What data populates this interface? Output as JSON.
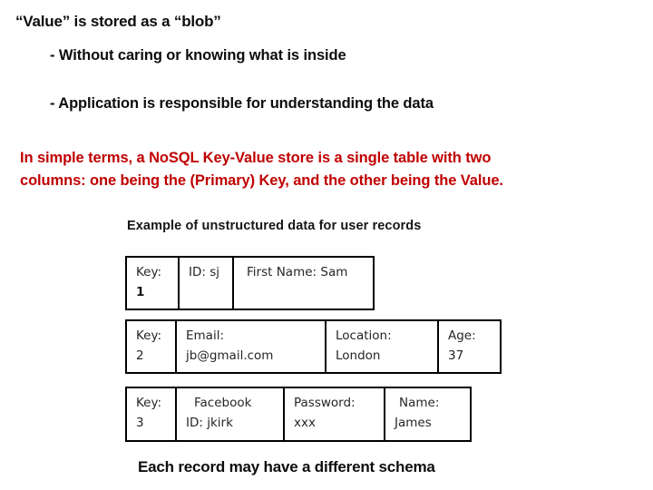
{
  "title": "“Value” is stored as a “blob”",
  "bullets": [
    "- Without caring or knowing what is inside",
    "- Application is responsible for understanding the data"
  ],
  "paragraph": {
    "lines": [
      "In simple terms, a NoSQL Key-Value store is a single table with two",
      "columns: one being the (Primary) Key, and the other being the Value."
    ],
    "color": "#C00000"
  },
  "diagram": {
    "title": "Example of unstructured data for user records",
    "rows": [
      {
        "cells": [
          [
            "Key:",
            "1"
          ],
          [
            "ID: sj"
          ],
          [
            "First Name: Sam"
          ]
        ]
      },
      {
        "cells": [
          [
            "Key:",
            "2"
          ],
          [
            "Email:",
            "jb@gmail.com"
          ],
          [
            "Location:",
            "London"
          ],
          [
            "Age:",
            "37"
          ]
        ]
      },
      {
        "cells": [
          [
            "Key:",
            "3"
          ],
          [
            "Facebook",
            "ID: jkirk"
          ],
          [
            "Password:",
            "xxx"
          ],
          [
            "Name:",
            "James"
          ]
        ]
      }
    ]
  },
  "footer": "Each record may have a different schema",
  "colors": {
    "text": "#0d0d0d",
    "emphasis": "#C00000",
    "table_border": "#000000",
    "background": "#ffffff"
  }
}
